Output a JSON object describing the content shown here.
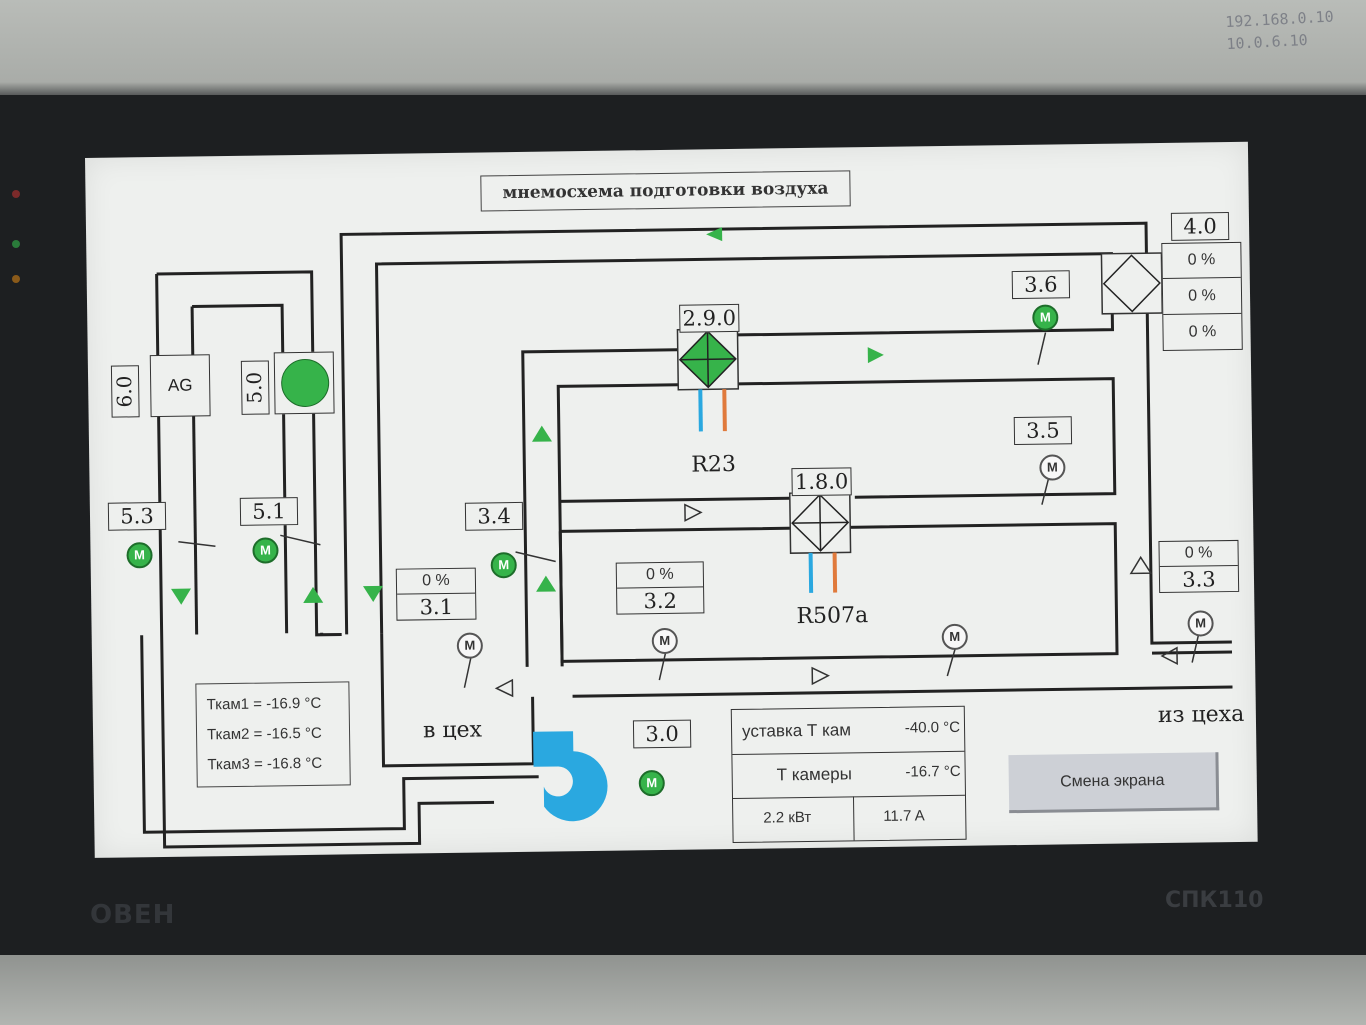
{
  "device": {
    "brand": "ОВЕН",
    "model": "СПК110",
    "handwritten_note": [
      "192.168.0.10",
      "10.0.6.10"
    ]
  },
  "screen": {
    "title": "мнемосхема  подготовки  воздуха",
    "labels": {
      "l6_0": "6.0",
      "ag": "AG",
      "l5_0": "5.0",
      "l5_3": "5.3",
      "l5_1": "5.1",
      "l3_4": "3.4",
      "l3_1": "3.1",
      "l3_2": "3.2",
      "l2_9_0": "2.9.0",
      "l1_8_0": "1.8.0",
      "l3_6": "3.6",
      "l3_5": "3.5",
      "l3_3": "3.3",
      "l4_0": "4.0",
      "l3_0": "3.0"
    },
    "percent": {
      "p3_1": "0 %",
      "p3_2": "0 %",
      "p3_3": "0 %",
      "p4_0_a": "0 %",
      "p4_0_b": "0 %",
      "p4_0_c": "0 %"
    },
    "refrigerants": {
      "r23": "R23",
      "r507a": "R507a"
    },
    "flow_labels": {
      "to_shop": "в цех",
      "from_shop": "из цеха"
    },
    "chamber_temps": [
      "Ткам1 = -16.9 °C",
      "Ткам2 = -16.5 °C",
      "Ткам3 = -16.8 °C"
    ],
    "info": {
      "setpoint_label": "уставка Т кам",
      "setpoint_value": "-40.0 °C",
      "chamber_label": "Т камеры",
      "chamber_value": "-16.7 °C",
      "power": "2.2 кВт",
      "current": "11.7 A"
    },
    "motor_glyph": "M",
    "switch_button": "Смена экрана",
    "colors": {
      "active_green": "#36b34a",
      "cold_blue": "#2aa8e0",
      "hot_orange": "#e07a3c",
      "duct_line": "#222222"
    }
  }
}
